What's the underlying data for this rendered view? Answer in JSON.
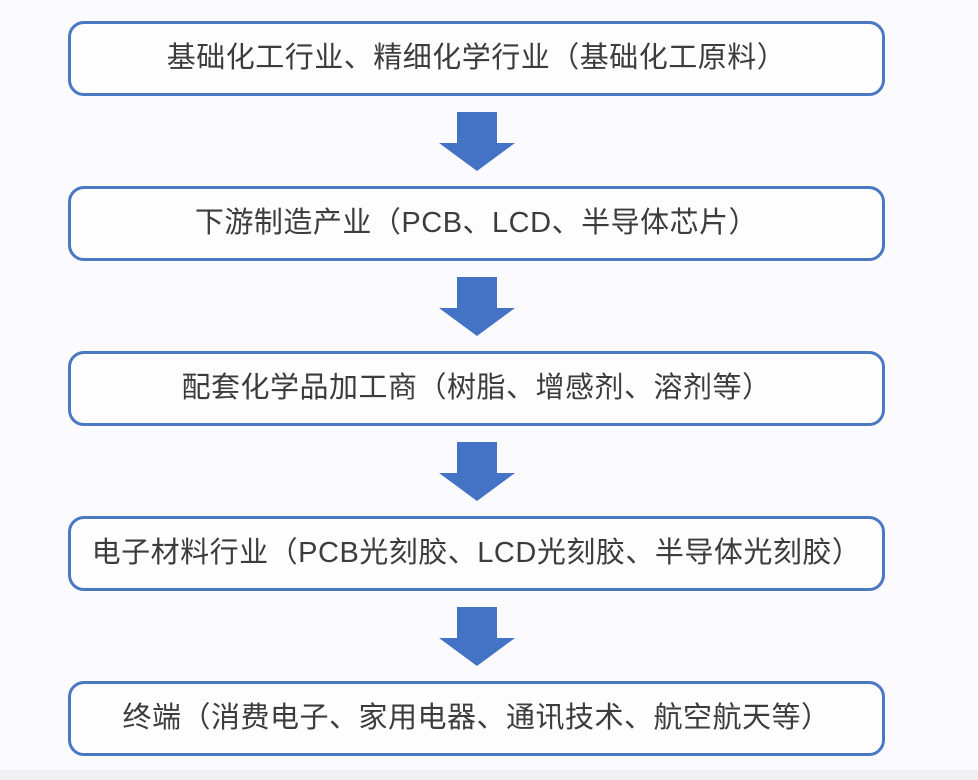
{
  "diagram": {
    "type": "flowchart",
    "direction": "top-down",
    "nodes": [
      {
        "id": 1,
        "label": "基础化工行业、精细化学行业（基础化工原料）"
      },
      {
        "id": 2,
        "label": "下游制造产业（PCB、LCD、半导体芯片）"
      },
      {
        "id": 3,
        "label": "配套化学品加工商（树脂、增感剂、溶剂等）"
      },
      {
        "id": 4,
        "label": "电子材料行业（PCB光刻胶、LCD光刻胶、半导体光刻胶）"
      },
      {
        "id": 5,
        "label": "终端（消费电子、家用电器、通讯技术、航空航天等）"
      }
    ],
    "connectors": [
      {
        "from": 1,
        "to": 2,
        "shape": "block-down-arrow"
      },
      {
        "from": 2,
        "to": 3,
        "shape": "block-down-arrow"
      },
      {
        "from": 3,
        "to": 4,
        "shape": "block-down-arrow"
      },
      {
        "from": 4,
        "to": 5,
        "shape": "block-down-arrow"
      }
    ],
    "colors": {
      "box_border": "#4a78c2",
      "box_fill": "#fdfdfe",
      "arrow_fill": "#4472c4",
      "text": "#3c3c3c",
      "background": "#fbfbfd"
    }
  }
}
